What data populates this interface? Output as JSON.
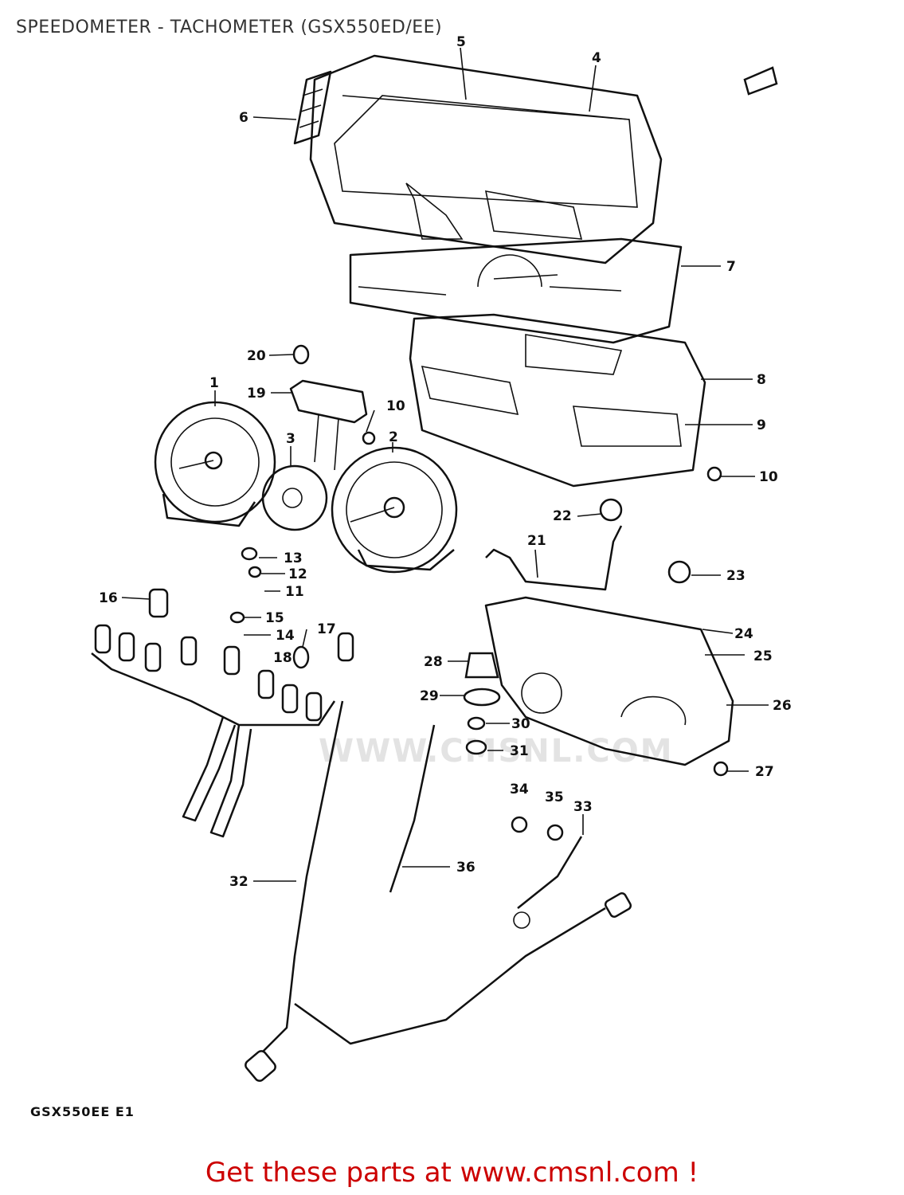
{
  "title": "SPEEDOMETER - TACHOMETER (GSX550ED/EE)",
  "model_code": "GSX550EE E1",
  "watermark": "WWW.CMSNL.COM",
  "footer_link": "Get these parts at www.cmsnl.com !",
  "colors": {
    "link": "#cc0000",
    "line": "#111111",
    "title": "#333333"
  },
  "callouts": [
    "1",
    "2",
    "3",
    "4",
    "5",
    "6",
    "7",
    "8",
    "9",
    "10",
    "10",
    "11",
    "12",
    "13",
    "14",
    "15",
    "16",
    "17",
    "18",
    "19",
    "20",
    "21",
    "22",
    "23",
    "24",
    "25",
    "26",
    "27",
    "28",
    "29",
    "30",
    "31",
    "32",
    "33",
    "34",
    "35",
    "36"
  ]
}
